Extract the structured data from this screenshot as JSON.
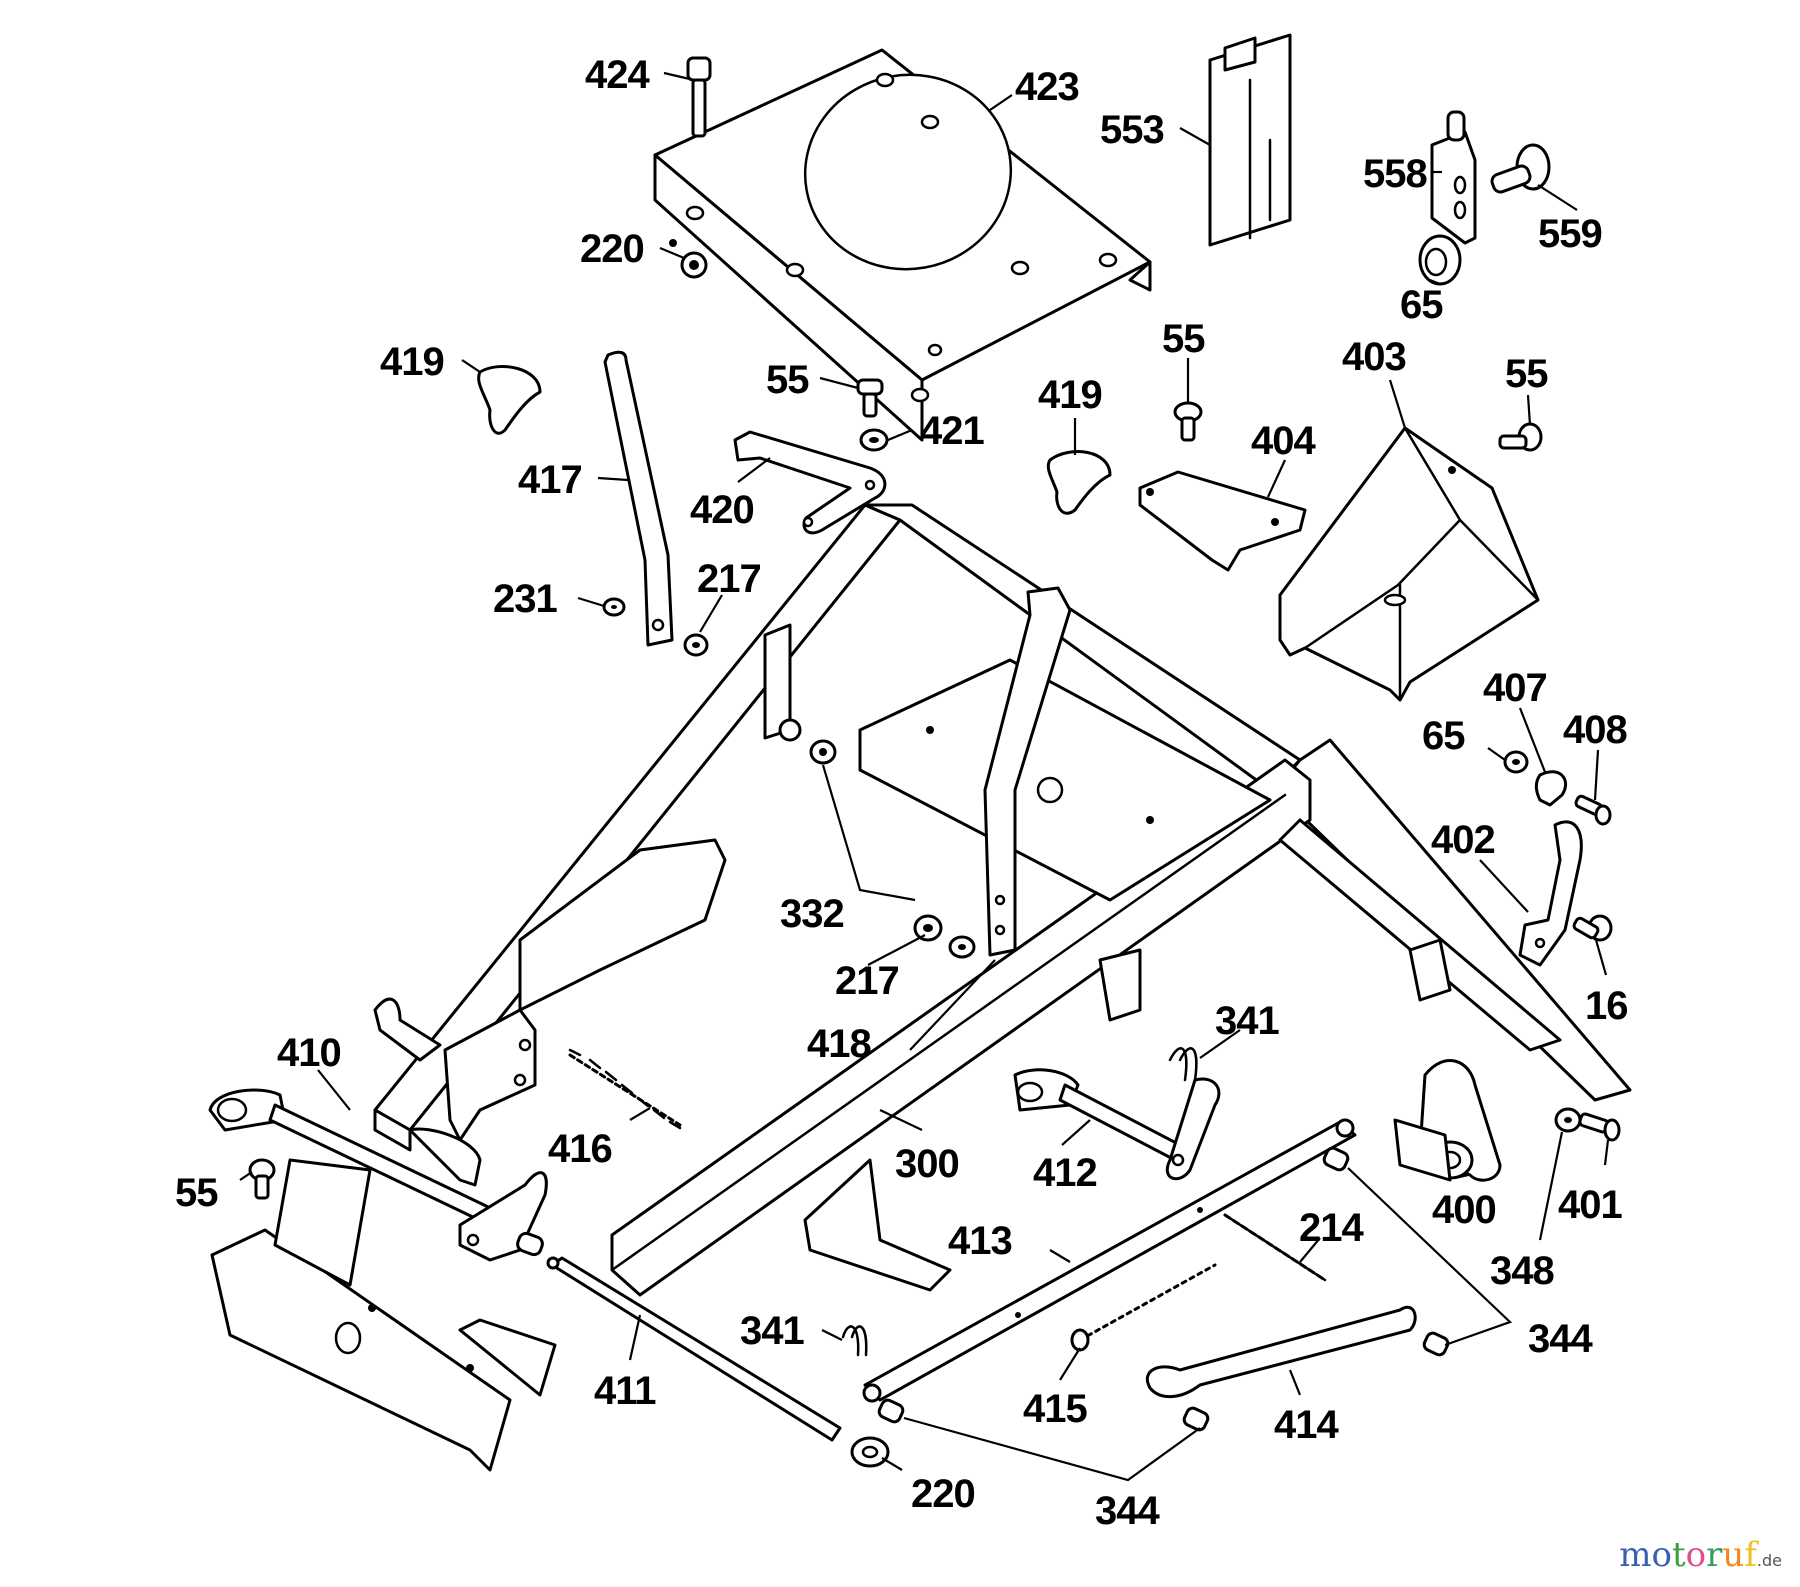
{
  "diagram": {
    "title": "Exploded parts diagram – frame assembly",
    "callouts": [
      {
        "id": "c424",
        "label": "424"
      },
      {
        "id": "c423",
        "label": "423"
      },
      {
        "id": "c553",
        "label": "553"
      },
      {
        "id": "c558",
        "label": "558"
      },
      {
        "id": "c559",
        "label": "559"
      },
      {
        "id": "c220a",
        "label": "220"
      },
      {
        "id": "c65a",
        "label": "65"
      },
      {
        "id": "c419a",
        "label": "419"
      },
      {
        "id": "c55a",
        "label": "55"
      },
      {
        "id": "c55b",
        "label": "55"
      },
      {
        "id": "c403",
        "label": "403"
      },
      {
        "id": "c55c",
        "label": "55"
      },
      {
        "id": "c421",
        "label": "421"
      },
      {
        "id": "c419b",
        "label": "419"
      },
      {
        "id": "c404",
        "label": "404"
      },
      {
        "id": "c417",
        "label": "417"
      },
      {
        "id": "c420",
        "label": "420"
      },
      {
        "id": "c231",
        "label": "231"
      },
      {
        "id": "c217a",
        "label": "217"
      },
      {
        "id": "c407",
        "label": "407"
      },
      {
        "id": "c65b",
        "label": "65"
      },
      {
        "id": "c408",
        "label": "408"
      },
      {
        "id": "c402",
        "label": "402"
      },
      {
        "id": "c332",
        "label": "332"
      },
      {
        "id": "c217b",
        "label": "217"
      },
      {
        "id": "c418",
        "label": "418"
      },
      {
        "id": "c16",
        "label": "16"
      },
      {
        "id": "c341a",
        "label": "341"
      },
      {
        "id": "c410",
        "label": "410"
      },
      {
        "id": "c416",
        "label": "416"
      },
      {
        "id": "c300",
        "label": "300"
      },
      {
        "id": "c412",
        "label": "412"
      },
      {
        "id": "c400",
        "label": "400"
      },
      {
        "id": "c401",
        "label": "401"
      },
      {
        "id": "c55d",
        "label": "55"
      },
      {
        "id": "c413",
        "label": "413"
      },
      {
        "id": "c214",
        "label": "214"
      },
      {
        "id": "c348",
        "label": "348"
      },
      {
        "id": "c341b",
        "label": "341"
      },
      {
        "id": "c344a",
        "label": "344"
      },
      {
        "id": "c411",
        "label": "411"
      },
      {
        "id": "c415",
        "label": "415"
      },
      {
        "id": "c414",
        "label": "414"
      },
      {
        "id": "c220b",
        "label": "220"
      },
      {
        "id": "c344b",
        "label": "344"
      }
    ]
  },
  "watermark": {
    "letters": [
      "m",
      "o",
      "t",
      "o",
      "r",
      "u",
      "f"
    ],
    "colors": [
      "#3a5fb0",
      "#3a5fb0",
      "#3aa040",
      "#e0508a",
      "#2f9f5f",
      "#f08a20",
      "#f0c020"
    ],
    "tld": ".de"
  }
}
